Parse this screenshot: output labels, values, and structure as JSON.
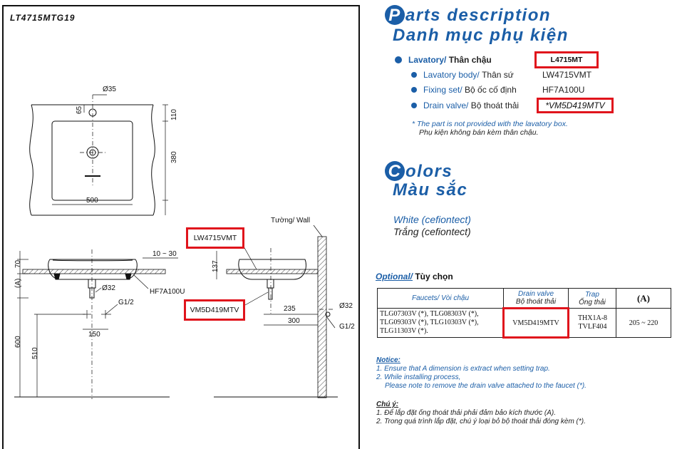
{
  "model_code": "LT4715MTG19",
  "drawing": {
    "dims": {
      "d35": "Ø35",
      "d65": "65",
      "d110": "110",
      "d380": "380",
      "d500": "500",
      "d70": "70",
      "a": "(A)",
      "d10_30": "10 ~ 30",
      "d32a": "Ø32",
      "g12a": "G1/2",
      "d150": "150",
      "d600": "600",
      "d510": "510",
      "d137": "137",
      "d235": "235",
      "d300": "300",
      "d32b": "Ø32",
      "g12b": "G1/2"
    },
    "labels": {
      "hf7a": "HF7A100U",
      "wall": "Tường/ Wall",
      "lw4715": "LW4715VMT",
      "vm5d": "VM5D419MTV"
    }
  },
  "parts": {
    "title_letter": "P",
    "title_rest": "arts description",
    "subtitle": "Danh mục phụ kiện",
    "lavatory": {
      "en": "Lavatory/",
      "vn": "Thân chậu",
      "code": "L4715MT"
    },
    "items": [
      {
        "en": "Lavatory body/",
        "vn": "Thân sứ",
        "code": "LW4715VMT"
      },
      {
        "en": "Fixing set/",
        "vn": "Bộ ốc cố định",
        "code": "HF7A100U"
      },
      {
        "en": "Drain valve/",
        "vn": "Bộ thoát thải",
        "code": "*VM5D419MTV"
      }
    ],
    "note_en": "* The part is not provided with  the lavatory box.",
    "note_vn": "Phụ kiện không bán kèm thân chậu."
  },
  "colors": {
    "title_letter": "C",
    "title_rest": "olors",
    "subtitle": "Màu sắc",
    "en": "White (cefiontect)",
    "vn": "Trắng (cefiontect)"
  },
  "optional": {
    "en": "Optional/",
    "vn": "Tùy chọn",
    "headers": {
      "faucets": "Faucets/ Vòi chậu",
      "drain_en": "Drain valve",
      "drain_vn": "Bộ thoát thải",
      "trap_en": "Trap",
      "trap_vn": "Ống thải",
      "a": "(A)"
    },
    "row": {
      "faucets": [
        "TLG07303V (*), TLG08303V (*),",
        "TLG09303V (*), TLG10303V (*),",
        "TLG11303V (*)."
      ],
      "drain": "VM5D419MTV",
      "trap": [
        "THX1A-8",
        "TVLF404"
      ],
      "a": "205 ~ 220"
    }
  },
  "notice": {
    "head": "Notice:",
    "l1": "1. Ensure that A dimension is extract when setting trap.",
    "l2": "2. While installing process,",
    "l3": "Please note to remove the drain valve attached to the faucet  (*)."
  },
  "chu_y": {
    "head": "Chú ý:",
    "l1": "1. Để lắp đặt ống thoát thải phải đảm bảo kích thước (A).",
    "l2": "2. Trong quá trình lắp đặt, chú ý loại bỏ bộ thoát thải đóng kèm (*)."
  },
  "colors_map": {
    "accent": "#1b5ea7",
    "highlight": "#e0141c"
  }
}
